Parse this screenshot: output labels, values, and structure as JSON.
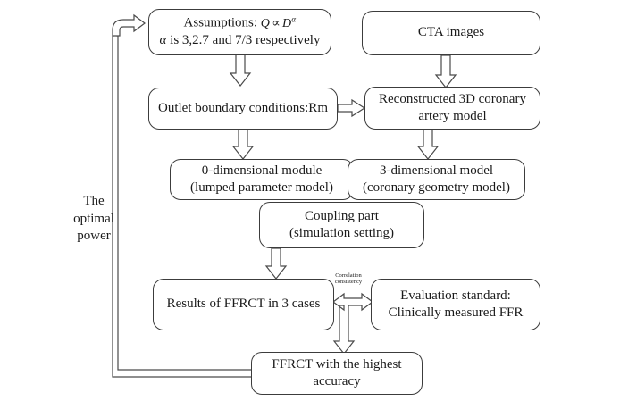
{
  "diagram": {
    "title": "FFRCT simulation workflow flowchart",
    "background_color": "#ffffff",
    "stroke_color": "#4a4a4a",
    "text_color": "#1a1a1a"
  },
  "nodes": {
    "assumptions": {
      "line1_prefix": "Assumptions:",
      "formula_q": "Q",
      "formula_prop": "∝",
      "formula_d": "D",
      "formula_exp": "α",
      "line2_alpha": "α",
      "line2_rest": " is 3,2.7 and 7/3 respectively"
    },
    "cta_images": {
      "label": "CTA images"
    },
    "outlet_boundary": {
      "label": "Outlet boundary conditions:Rm"
    },
    "reconstructed_model": {
      "line1": "Reconstructed 3D coronary",
      "line2": "artery model"
    },
    "zero_dim": {
      "line1": "0-dimensional module",
      "line2": "(lumped parameter model)"
    },
    "three_dim": {
      "line1": "3-dimensional model",
      "line2": "(coronary geometry model)"
    },
    "coupling": {
      "line1": "Coupling part",
      "line2": "(simulation  setting)"
    },
    "results_ffrct": {
      "label": "Results of FFRCT in 3 cases"
    },
    "evaluation_standard": {
      "line1": "Evaluation standard:",
      "line2": "Clinically measured FFR"
    },
    "highest_accuracy": {
      "line1": "FFRCT with the highest",
      "line2": "accuracy"
    }
  },
  "labels": {
    "optimal_power": {
      "line1": "The",
      "line2": "optimal",
      "line3": "power"
    },
    "correlation_consistency": {
      "line1": "Correlation",
      "line2": "consistency"
    }
  },
  "arrows": [
    {
      "name": "assumptions-to-outlet",
      "direction": "down",
      "style": "hollow-block"
    },
    {
      "name": "cta-to-reconstructed",
      "direction": "down",
      "style": "hollow-block"
    },
    {
      "name": "reconstructed-to-outlet",
      "direction": "left",
      "style": "hollow-block"
    },
    {
      "name": "outlet-to-zero-dim",
      "direction": "down",
      "style": "hollow-block"
    },
    {
      "name": "reconstructed-to-three-dim",
      "direction": "down",
      "style": "hollow-block"
    },
    {
      "name": "coupling-to-results",
      "direction": "down",
      "style": "hollow-block"
    },
    {
      "name": "results-evaluation-bidirectional",
      "direction": "both-horizontal",
      "style": "hollow-block"
    },
    {
      "name": "comparison-to-highest-accuracy",
      "direction": "down",
      "style": "hollow-block"
    },
    {
      "name": "feedback-loop-to-assumptions",
      "direction": "up-right",
      "style": "hollow-open-line"
    }
  ]
}
